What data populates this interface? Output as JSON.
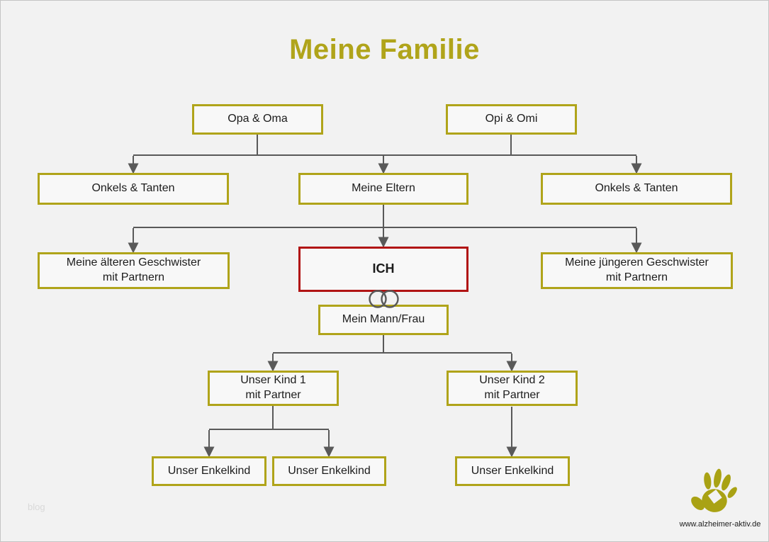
{
  "page": {
    "title": "Meine Familie",
    "watermark": "blog",
    "website": "www.alzheimer-aktiv.de"
  },
  "nodes": {
    "grandparents_paternal": {
      "label": "Opa & Oma"
    },
    "grandparents_maternal": {
      "label": "Opi & Omi"
    },
    "aunts_uncles_left": {
      "label": "Onkels & Tanten"
    },
    "parents": {
      "label": "Meine Eltern"
    },
    "aunts_uncles_right": {
      "label": "Onkels & Tanten"
    },
    "older_siblings": {
      "label": [
        "Meine älteren Geschwister",
        "mit Partnern"
      ]
    },
    "me": {
      "label": "ICH"
    },
    "younger_siblings": {
      "label": [
        "Meine jüngeren Geschwister",
        "mit Partnern"
      ]
    },
    "spouse": {
      "label": "Mein Mann/Frau"
    },
    "child1": {
      "label": [
        "Unser Kind 1",
        "mit Partner"
      ]
    },
    "child2": {
      "label": [
        "Unser Kind 2",
        "mit Partner"
      ]
    },
    "grandchild1": {
      "label": "Unser Enkelkind"
    },
    "grandchild2": {
      "label": "Unser Enkelkind"
    },
    "grandchild3": {
      "label": "Unser Enkelkind"
    }
  },
  "edges": [
    {
      "from": "grandparents_paternal",
      "to": "aunts_uncles_left"
    },
    {
      "from": "grandparents_paternal",
      "to": "parents"
    },
    {
      "from": "grandparents_maternal",
      "to": "parents"
    },
    {
      "from": "grandparents_maternal",
      "to": "aunts_uncles_right"
    },
    {
      "from": "parents",
      "to": "older_siblings"
    },
    {
      "from": "parents",
      "to": "me"
    },
    {
      "from": "parents",
      "to": "younger_siblings"
    },
    {
      "from": "me",
      "to": "spouse",
      "type": "marriage-rings"
    },
    {
      "from": "spouse",
      "to": "child1"
    },
    {
      "from": "spouse",
      "to": "child2"
    },
    {
      "from": "child1",
      "to": "grandchild1"
    },
    {
      "from": "child1",
      "to": "grandchild2"
    },
    {
      "from": "child2",
      "to": "grandchild3"
    }
  ],
  "icons": {
    "rings": "wedding-rings-icon",
    "logo": "handprint-logo-icon"
  },
  "colors": {
    "page_bg": "#f2f2f2",
    "box_fill": "#f8f8f8",
    "accent_olive": "#b0a41a",
    "highlight_red": "#b11414",
    "connector_gray": "#595959",
    "logo_olive": "#a9a214",
    "watermark_gray": "#d9d9d9",
    "text_dark": "#1c1c1c"
  }
}
